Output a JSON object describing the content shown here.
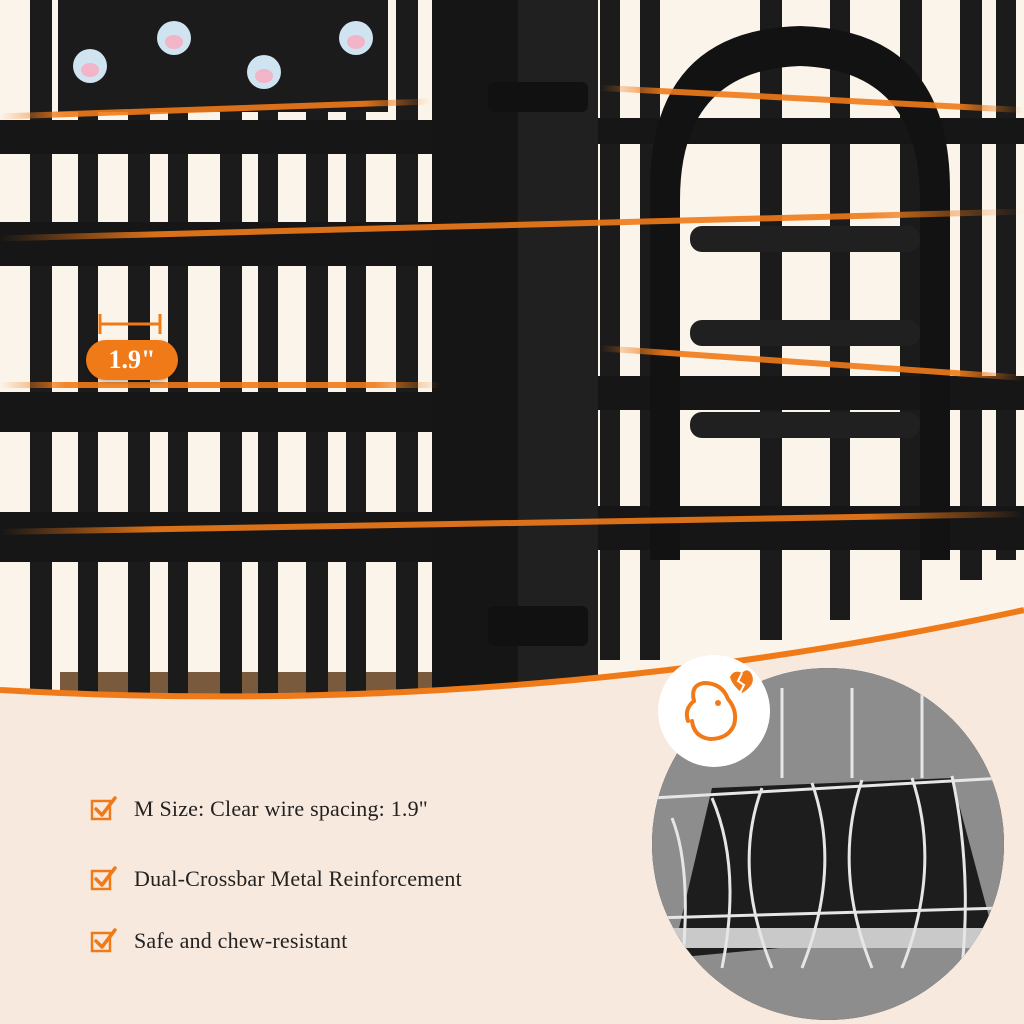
{
  "measurement": {
    "label": "1.9\""
  },
  "features": [
    {
      "icon": "checkmark-icon",
      "text": "M  Size: Clear wire spacing: 1.9\""
    },
    {
      "icon": "checkmark-icon",
      "text": "Dual-Crossbar Metal Reinforcement"
    },
    {
      "icon": "checkmark-icon",
      "text": "Safe and chew-resistant"
    }
  ],
  "colors": {
    "accent": "#f07a18",
    "cage": "#1c1c1c",
    "background": "#f8e9df",
    "text": "#222222"
  },
  "inset": {
    "icon": "broken-heart-dog-icon"
  }
}
